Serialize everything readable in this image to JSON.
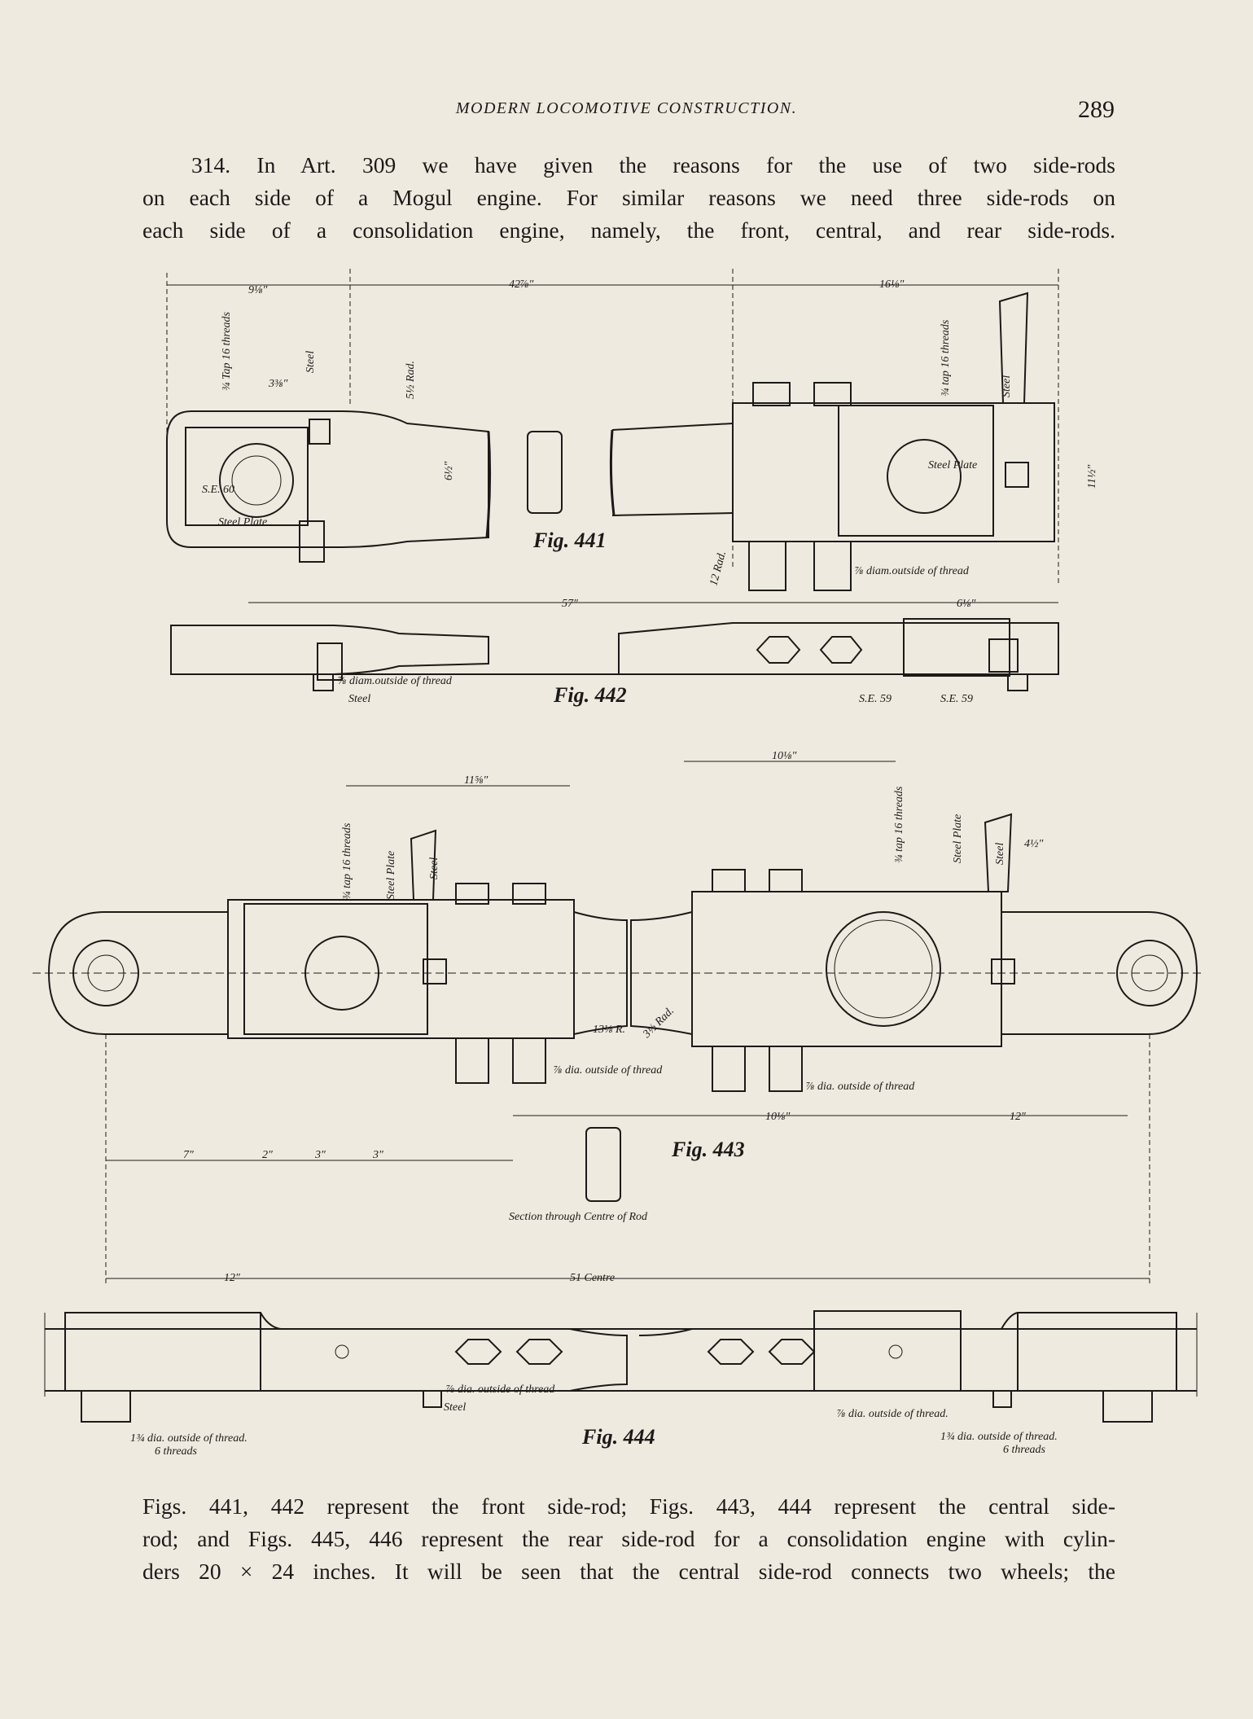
{
  "header": {
    "running_title": "MODERN LOCOMOTIVE CONSTRUCTION.",
    "page_number": "289"
  },
  "paragraph_top": {
    "lines": [
      "314. In Art. 309 we have given the reasons for the use of two side-rods",
      "on each side of a Mogul engine. For similar reasons we need three side-rods on",
      "each side of a consolidation engine, namely, the front, central, and rear side-rods."
    ]
  },
  "figures": {
    "fig441": {
      "caption": "Fig. 441"
    },
    "fig442": {
      "caption": "Fig. 442"
    },
    "fig443": {
      "caption": "Fig. 443",
      "section_label": "Section through Centre of Rod"
    },
    "fig444": {
      "caption": "Fig. 444"
    }
  },
  "labels": {
    "tap16": "¾ Tap 16 threads",
    "steel": "Steel",
    "steel_plate": "Steel Plate",
    "dim_42": "42⅞″",
    "dim_16": "16⅛″",
    "dim_9": "9⅛″",
    "dim_57": "57″",
    "dim_6": "6⅛″",
    "dim_11": "11½″",
    "dim_3a": "3⅜″",
    "dim_6b": "6½″",
    "dim_12rad": "12 Rad.",
    "dim_5rad": "5½ Rad.",
    "diam_outside": "⅞ diam.outside of thread",
    "diam_outside2": "⅞ diam.outside of thread",
    "se59": "S.E. 59",
    "se59b": "S.E. 59",
    "se60": "S.E. 60",
    "dim_10": "10⅛″",
    "dim_11b": "11⅝″",
    "dim_13rad": "13⅛ R.",
    "dim_3rad": "3½ Rad.",
    "dia_outside": "⅞ dia. outside of thread",
    "dia_outside_b": "⅞ dia. outside of thread",
    "dim_7": "7″",
    "dim_2": "2″",
    "dim_3": "3″",
    "dim_3b": "3″",
    "dim_12": "12″",
    "dim_12b": "12″",
    "dim_51": "51 Centre",
    "dim_4": "4½″",
    "dia_thread_6": "1¾ dia. outside of thread.",
    "six_threads": "6 threads",
    "dia_thread_6b": "1¾ dia. outside of thread.",
    "six_threads_b": "6 threads",
    "fig444_dia": "⅞ dia. outside of thread",
    "fig444_dia_b": "⅞ dia. outside of thread.",
    "tap16b": "¾ tap 16 threads",
    "tap16c": "¾ tap 16 threads"
  },
  "paragraph_bottom": {
    "lines": [
      "Figs. 441, 442 represent the front side-rod; Figs. 443, 444 represent the central side-",
      "rod; and Figs. 445, 446 represent the rear side-rod for a consolidation engine with cylin-",
      "ders 20 × 24 inches. It will be seen that the central side-rod connects two wheels; the"
    ]
  }
}
